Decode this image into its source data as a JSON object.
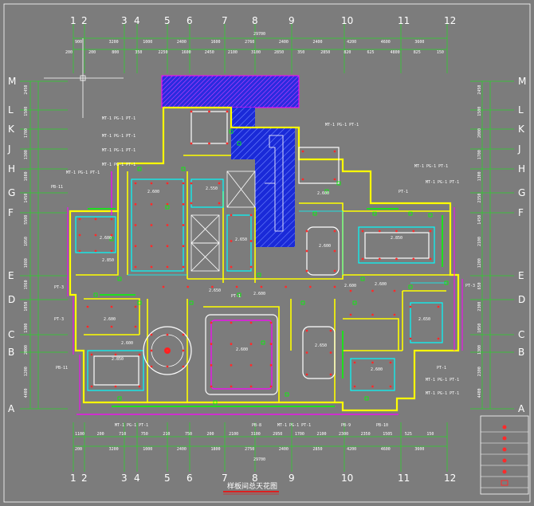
{
  "drawing": {
    "title": "样板间总天花图",
    "total_dimension_top": "29700",
    "total_dimension_bottom": "29700"
  },
  "grid": {
    "columns": [
      "1",
      "2",
      "3",
      "4",
      "5",
      "6",
      "7",
      "8",
      "9",
      "10",
      "11",
      "12"
    ],
    "rows": [
      "M",
      "L",
      "K",
      "J",
      "H",
      "G",
      "F",
      "E",
      "D",
      "C",
      "B",
      "A"
    ]
  },
  "dims": {
    "top_row1": [
      "900",
      "3200",
      "1000",
      "2400",
      "1600",
      "2760",
      "2400",
      "2400",
      "4200",
      "4600",
      "3600"
    ],
    "top_row2": [
      "200",
      "200",
      "800",
      "350",
      "2250",
      "1600",
      "2450",
      "2100",
      "3100",
      "2850",
      "350",
      "2850",
      "820",
      "625",
      "4800",
      "825",
      "150"
    ],
    "bottom_row1": [
      "1100",
      "200",
      "710",
      "750",
      "210",
      "750",
      "200",
      "2100",
      "3100",
      "2950",
      "1700",
      "2100",
      "2300",
      "2350",
      "1505",
      "525",
      "150"
    ],
    "bottom_row2": [
      "200",
      "3200",
      "1000",
      "2400",
      "1800",
      "2750",
      "2400",
      "2850",
      "4200",
      "4600",
      "3600"
    ],
    "left_col": [
      "2450",
      "1500",
      "1700",
      "1300",
      "1600",
      "1450",
      "5500",
      "1050",
      "1080",
      "1960",
      "1050",
      "1300",
      "2000",
      "1200",
      "4400"
    ],
    "right_col": [
      "2450",
      "1500",
      "2000",
      "1700",
      "1300",
      "2350",
      "1450",
      "2100",
      "1200",
      "650",
      "2300",
      "1050",
      "1300",
      "2300",
      "4400"
    ]
  },
  "rooms": [
    "2.600",
    "2.600",
    "2.550",
    "2.650",
    "2.850",
    "2.650",
    "2.600",
    "2.600",
    "2.600",
    "2.600",
    "2.650",
    "2.850",
    "2.600",
    "2.600",
    "2.600",
    "2.650",
    "2.600",
    "2.850",
    "2.600"
  ],
  "tags": {
    "t1": "MT-1 PG-1 PT-1",
    "t2": "MT-1 PG-1 PT-1",
    "t3": "MT-1 PG-1 PT-1",
    "t4": "MT-1 PG-1 PT-1",
    "t5": "MT-1 PG-1 PT-1",
    "t6": "PB-11",
    "t7": "MT-1 PG-1 PT-1",
    "t8": "MT-1 PG-1 PT-1",
    "t9": "PT-1",
    "t10": "PT-3",
    "t11": "PT-3",
    "t12": "PT-1",
    "t13": "PT-3",
    "t14": "PB-11",
    "t15": "PT-1",
    "t16": "MT-1 PG-1 PT-1",
    "t17": "MT-1 PG-1 PT-1",
    "t18": "MT-1 PG-1 PT-1",
    "t19": "MT-1 PG-1 PT-1",
    "t20": "MT-1 PG-1 PT-1",
    "t21": "PB-8",
    "t22": "PB-9",
    "t23": "PB-10"
  },
  "legend": {
    "rows": 6
  },
  "colors": {
    "background": "#7c7c7c",
    "grid_axis": "#00ff00",
    "walls": "#ffff00",
    "magenta": "#ff00ff",
    "cyan": "#00ffff",
    "red": "#ff2020",
    "hatch": "#2040ff",
    "title_underline": "#ff0000"
  }
}
